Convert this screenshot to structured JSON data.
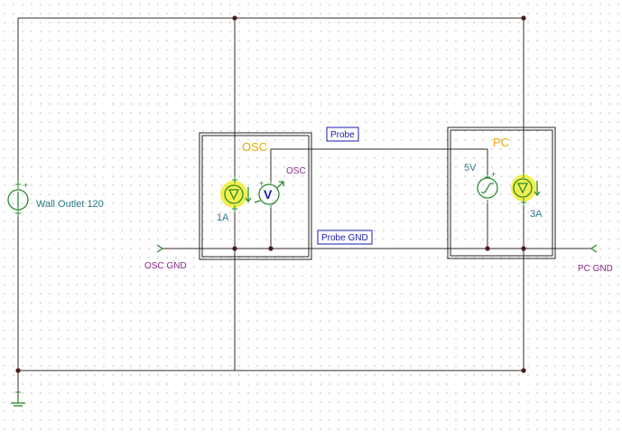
{
  "components": {
    "wall_outlet": {
      "label": "Wall Outlet 120",
      "plus": "+"
    },
    "osc_source": {
      "label": "1A"
    },
    "osc_meter": {
      "label": "OSC",
      "symbol": "V",
      "plus": "+"
    },
    "pc_source": {
      "label": "3A"
    },
    "pc_voltage": {
      "label": "5V",
      "plus": "+"
    },
    "osc_gnd": {
      "label": "OSC GND"
    },
    "pc_gnd": {
      "label": "PC GND"
    }
  },
  "subcircuits": {
    "osc": {
      "title": "OSC"
    },
    "pc": {
      "title": "PC"
    }
  },
  "net_tags": {
    "probe": "Probe",
    "probe_gnd": "Probe GND"
  },
  "colors": {
    "wire": "#3a2a2a",
    "component": "#2a8a2a",
    "highlight": "#f0ec30",
    "subcircuit_title": "#e8a800",
    "net_tag": "#1a1ab0"
  }
}
